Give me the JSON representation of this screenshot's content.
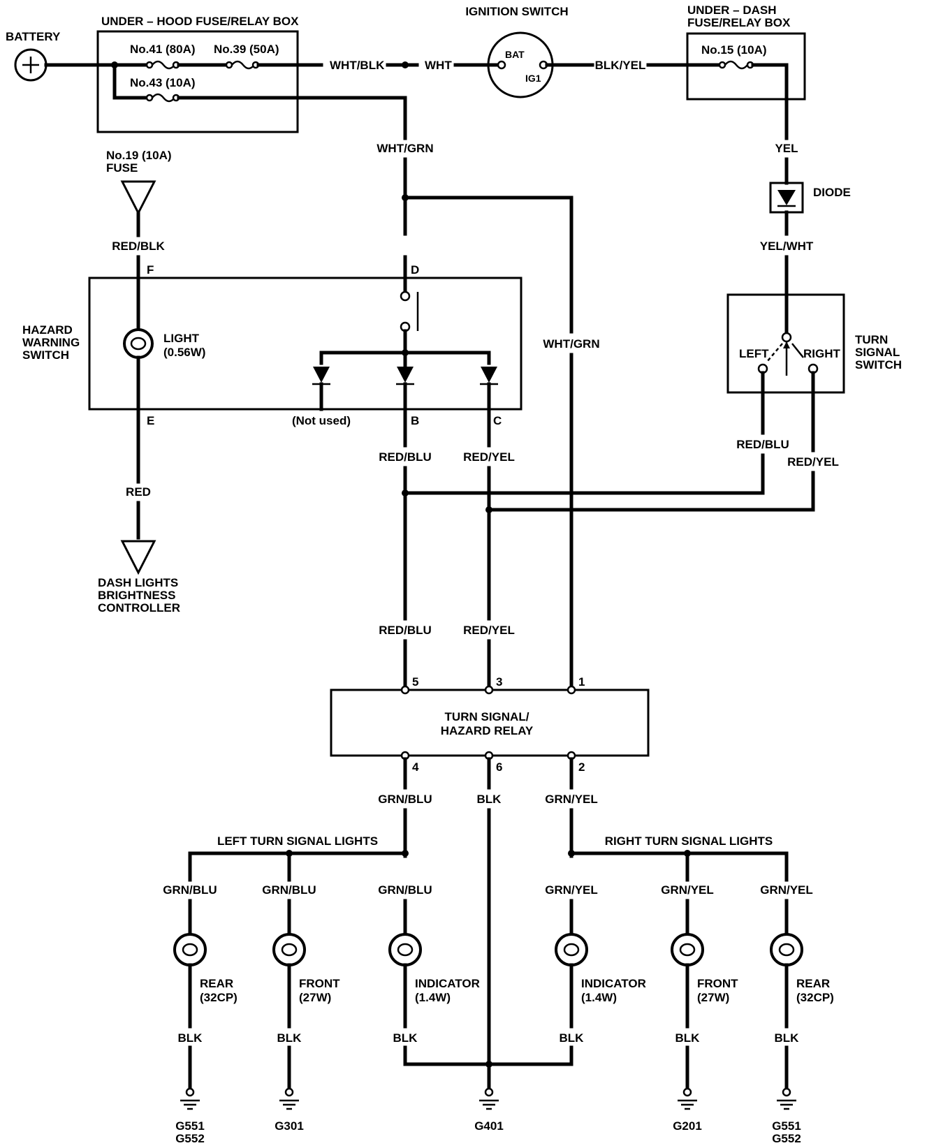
{
  "labels": {
    "battery": "BATTERY",
    "under_hood_box": "UNDER – HOOD FUSE/RELAY BOX",
    "fuse41": "No.41 (80A)",
    "fuse39": "No.39 (50A)",
    "fuse43": "No.43 (10A)",
    "ignition_switch": "IGNITION SWITCH",
    "bat": "BAT",
    "ig1": "IG1",
    "under_dash_1": "UNDER – DASH",
    "under_dash_2": "FUSE/RELAY BOX",
    "fuse15": "No.15 (10A)",
    "fuse19_1": "No.19 (10A)",
    "fuse19_2": "FUSE",
    "diode": "DIODE",
    "hazard_1": "HAZARD",
    "hazard_2": "WARNING",
    "hazard_3": "SWITCH",
    "light_1": "LIGHT",
    "light_2": "(0.56W)",
    "not_used": "(Not used)",
    "turn_switch_1": "TURN",
    "turn_switch_2": "SIGNAL",
    "turn_switch_3": "SWITCH",
    "left": "LEFT",
    "right": "RIGHT",
    "dash_1": "DASH LIGHTS",
    "dash_2": "BRIGHTNESS",
    "dash_3": "CONTROLLER",
    "relay_1": "TURN SIGNAL/",
    "relay_2": "HAZARD RELAY",
    "left_lights": "LEFT TURN SIGNAL LIGHTS",
    "right_lights": "RIGHT TURN SIGNAL LIGHTS",
    "rear": "REAR",
    "rear_rating": "(32CP)",
    "front": "FRONT",
    "front_rating": "(27W)",
    "indicator": "INDICATOR",
    "indicator_rating": "(1.4W)"
  },
  "pins": {
    "F": "F",
    "D": "D",
    "E": "E",
    "B": "B",
    "C": "C",
    "p5": "5",
    "p3": "3",
    "p1": "1",
    "p4": "4",
    "p6": "6",
    "p2": "2"
  },
  "wires": {
    "wht_blk": "WHT/BLK",
    "wht": "WHT",
    "blk_yel": "BLK/YEL",
    "yel": "YEL",
    "yel_wht": "YEL/WHT",
    "wht_grn": "WHT/GRN",
    "red_blk": "RED/BLK",
    "red": "RED",
    "red_blu": "RED/BLU",
    "red_yel": "RED/YEL",
    "grn_blu": "GRN/BLU",
    "grn_yel": "GRN/YEL",
    "blk": "BLK"
  },
  "grounds": {
    "g551": "G551",
    "g552": "G552",
    "g301": "G301",
    "g401": "G401",
    "g201": "G201"
  }
}
